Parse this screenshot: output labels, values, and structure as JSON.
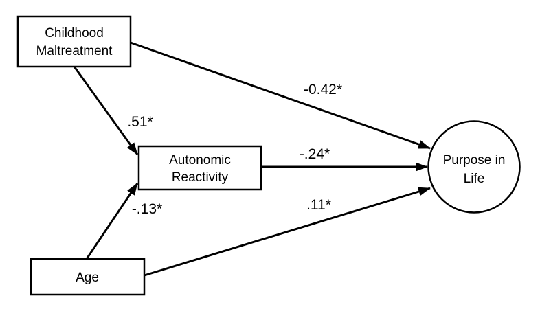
{
  "figure": {
    "type": "path-diagram",
    "background_color": "#ffffff",
    "stroke_color": "#000000",
    "text_color": "#000000",
    "nodes": [
      {
        "id": "childhood-maltreatment",
        "shape": "rectangle",
        "lines": [
          "Childhood",
          "Maltreatment"
        ]
      },
      {
        "id": "autonomic-reactivity",
        "shape": "rectangle",
        "lines": [
          "Autonomic",
          "Reactivity"
        ]
      },
      {
        "id": "age",
        "shape": "rectangle",
        "lines": [
          "Age"
        ]
      },
      {
        "id": "purpose-in-life",
        "shape": "circle",
        "lines": [
          "Purpose in",
          "Life"
        ]
      }
    ],
    "paths": [
      {
        "from": "Childhood Maltreatment",
        "to": "Autonomic Reactivity",
        "coefficient": ".51*"
      },
      {
        "from": "Childhood Maltreatment",
        "to": "Purpose in Life",
        "coefficient": "-0.42*"
      },
      {
        "from": "Autonomic Reactivity",
        "to": "Purpose in Life",
        "coefficient": "-.24*"
      },
      {
        "from": "Age",
        "to": "Autonomic Reactivity",
        "coefficient": "-.13*"
      },
      {
        "from": "Age",
        "to": "Purpose in Life",
        "coefficient": ".11*"
      }
    ]
  }
}
